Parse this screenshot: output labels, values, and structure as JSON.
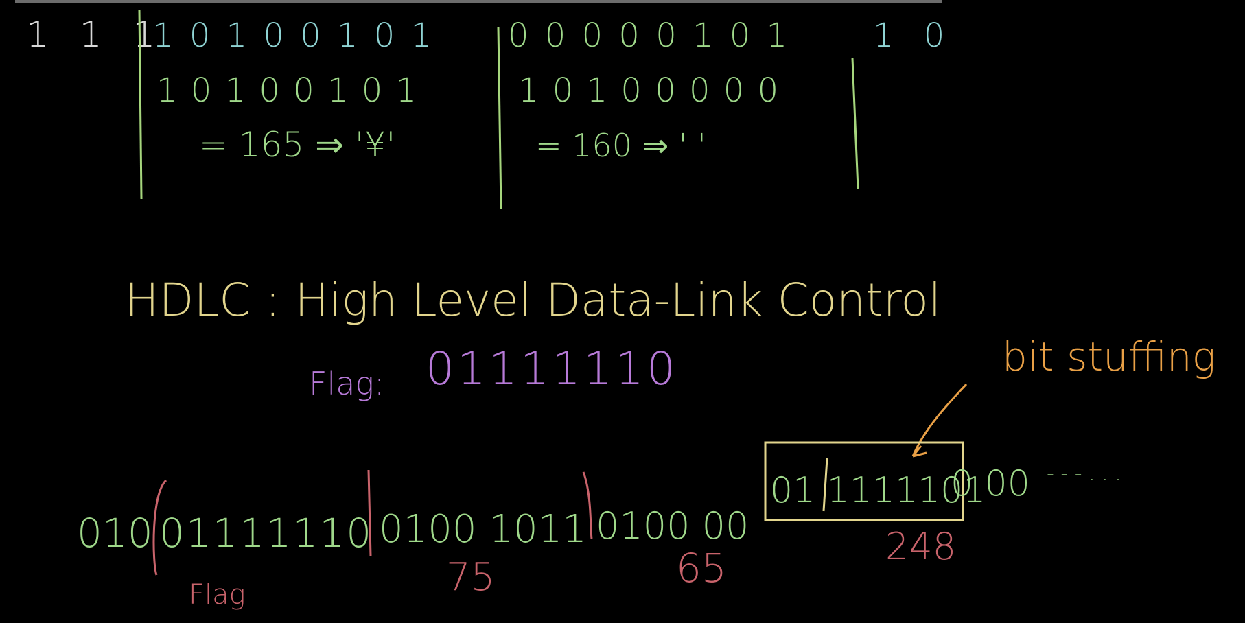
{
  "colors": {
    "background": "#000000",
    "white_ink": "#d8d8d8",
    "cyan_ink": "#8fd3d3",
    "green_ink": "#9fd88a",
    "yellow_ink": "#e2d58d",
    "purple_ink": "#b77ad8",
    "orange_ink": "#e9a046",
    "red_ink": "#c9636b",
    "divider_green": "#a6d67d"
  },
  "top": {
    "lead_bits": "1 1 1",
    "byte1_bits": "1 0 1 0 0 1 0 1",
    "byte2_bits": "0 0 0 0 0 1 0 1",
    "trail_bits": "1 0",
    "byte1_reversed": "1 0 1 0 0 1 0 1",
    "byte2_reversed": "1 0 1 0 0 0 0 0",
    "byte1_value": "= 165 ⇒ '¥'",
    "byte2_value": "= 160 ⇒ '  '"
  },
  "hdlc": {
    "title": "HDLC : High Level Data-Link Control",
    "flag_label": "Flag:",
    "flag_bits": "01111110"
  },
  "frame": {
    "prefix": "010",
    "flag": "01111110",
    "byte_a": "0100 1011",
    "byte_b": "0100 00",
    "boxed": "01 1111101",
    "suffix": "0 00",
    "dots": "- - - . . .",
    "label_flag": "Flag",
    "label_a": "75",
    "label_b": "65",
    "label_c": "248",
    "annotation": "bit stuffing"
  }
}
